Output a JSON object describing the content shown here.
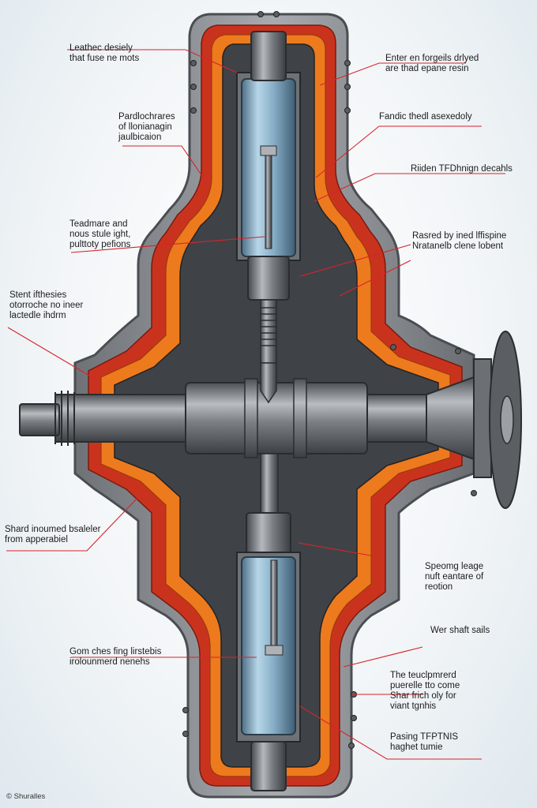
{
  "labels_left": [
    {
      "id": "l1",
      "text": "Leathec desiely\nthat fuse ne mots"
    },
    {
      "id": "l2",
      "text": "Pardlochrares\nof llonianagin\njaulbicaion"
    },
    {
      "id": "l3",
      "text": "Teadmare and\nnous stule ight,\npulttoty pefions"
    },
    {
      "id": "l4",
      "text": "Stent ifthesies\notorroche no ineer\nlactedle ihdrm"
    },
    {
      "id": "l5",
      "text": "Shard inoumed bsaleler\nfrom apperabiel"
    },
    {
      "id": "l6",
      "text": "Gom ches fing lirstebis\nirolounmerd nenehs"
    }
  ],
  "labels_right": [
    {
      "id": "r1",
      "text": "Enter en forgeils drlyed\nare thad epane resin"
    },
    {
      "id": "r2",
      "text": "Fandic thedl asexedoly"
    },
    {
      "id": "r3",
      "text": "Riiden TFDhnign decahls"
    },
    {
      "id": "r4",
      "text": "Rasred by ined lffispine\nNratanelb clene lobent"
    },
    {
      "id": "r5",
      "text": "Speomg leage\nnuft eantare of\nreotion"
    },
    {
      "id": "r6",
      "text": "Wer shaft sails"
    },
    {
      "id": "r7",
      "text": "The teuclpmrerd\npuerelle tto come\nShar frich oly for\nviant tgnhis"
    },
    {
      "id": "r8",
      "text": "Pasing TFPTNIS\nhaghet tumie"
    }
  ],
  "credit": "© Shuralles",
  "colors": {
    "housing": "#8e9296",
    "housing_dark": "#5f6367",
    "seal_red": "#c9331e",
    "seal_orange": "#f07a1c",
    "cavity": "#3f4347",
    "steel": "#8d9196",
    "glass": "#9fc3d8",
    "leader": "#d6242c"
  }
}
